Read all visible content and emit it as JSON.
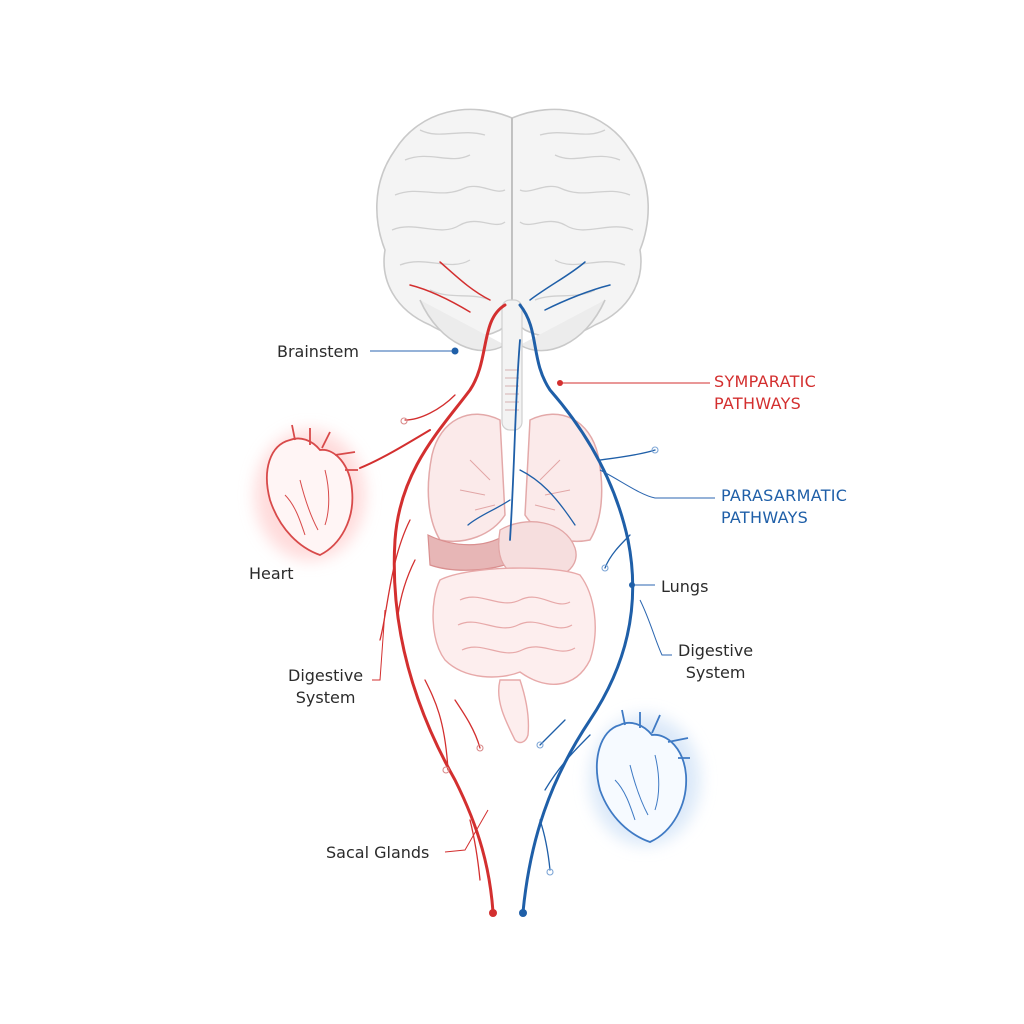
{
  "labels": {
    "brainstem": "Brainstem",
    "sympathetic_line1": "SYMPARATIC",
    "sympathetic_line2": "PATHWAYS",
    "parasympathetic_line1": "PARASARMATIC",
    "parasympathetic_line2": "PATHWAYS",
    "heart": "Heart",
    "lungs": "Lungs",
    "digestive_left_line1": "Digestive",
    "digestive_left_line2": "System",
    "digestive_right_line1": "Digestive",
    "digestive_right_line2": "System",
    "sacral": "Sacal Glands"
  },
  "colors": {
    "sympathetic": "#d32f2f",
    "parasympathetic": "#1f5fa8",
    "organ_outline": "#e8a3a3",
    "brain_outline": "#c9c9c9",
    "leader": "#555555"
  }
}
